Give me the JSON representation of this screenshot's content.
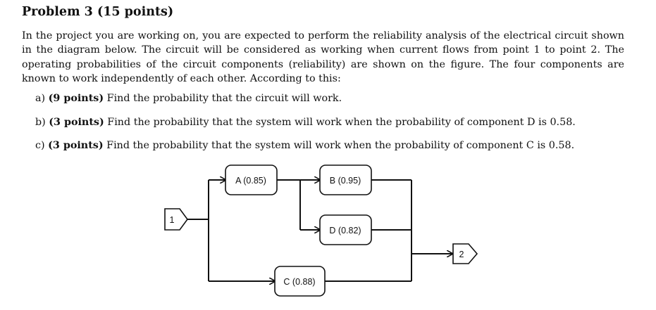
{
  "problem": {
    "title": "Problem 3 (15 points)",
    "intro": "In the project you are working on, you are expected to perform the reliability analysis of the electrical circuit shown in the diagram below. The circuit will be considered as working when current flows from point 1 to point 2. The operating probabilities of the circuit components (reliability) are shown on the figure. The four components are known to work independently of each other. According to this:",
    "items": [
      {
        "letter": "a)",
        "points": "(9 points)",
        "text": "Find the probability that the circuit will work."
      },
      {
        "letter": "b)",
        "points": "(3 points)",
        "text": "Find the probability that the system will work when the probability of component D is 0.58."
      },
      {
        "letter": "c)",
        "points": "(3 points)",
        "text": "Find the probability that the system will work when the probability of component C is 0.58."
      }
    ]
  },
  "diagram": {
    "start_node": "1",
    "end_node": "2",
    "components": {
      "A": "A (0.85)",
      "B": "B (0.95)",
      "C": "C (0.88)",
      "D": "D (0.82)"
    }
  }
}
